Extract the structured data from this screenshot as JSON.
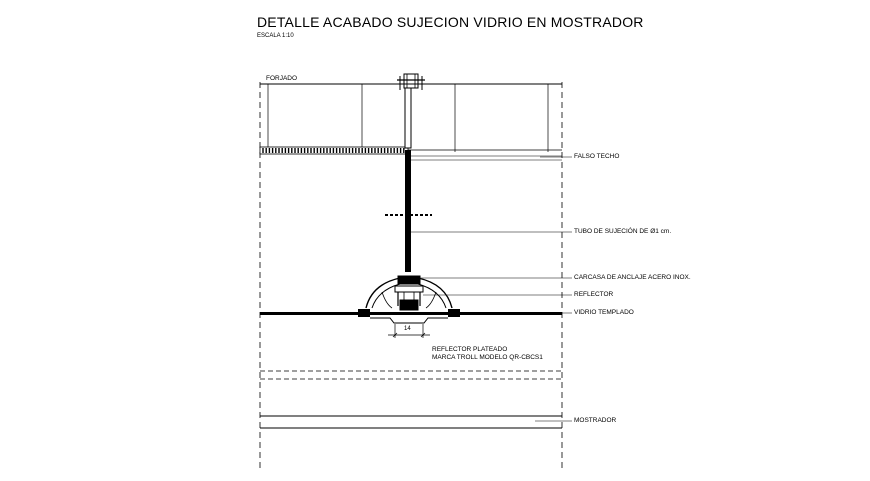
{
  "drawing": {
    "title": "DETALLE ACABADO SUJECION VIDRIO EN MOSTRADOR",
    "scale": "ESCALA 1:10"
  },
  "labels": {
    "forjado": "FORJADO",
    "falso_techo": "FALSO TECHO",
    "tubo": "TUBO DE SUJECIÓN DE Ø1 cm.",
    "carcasa": "CARCASA DE ANCLAJE ACERO INOX.",
    "reflector": "REFLECTOR",
    "vidrio": "VIDRIO TEMPLADO",
    "reflector_note_1": "REFLECTOR PLATEADO",
    "reflector_note_2": "MARCA TROLL MODELO QR-CBCS1",
    "dimension": "14",
    "mostrador": "MOSTRADOR"
  }
}
